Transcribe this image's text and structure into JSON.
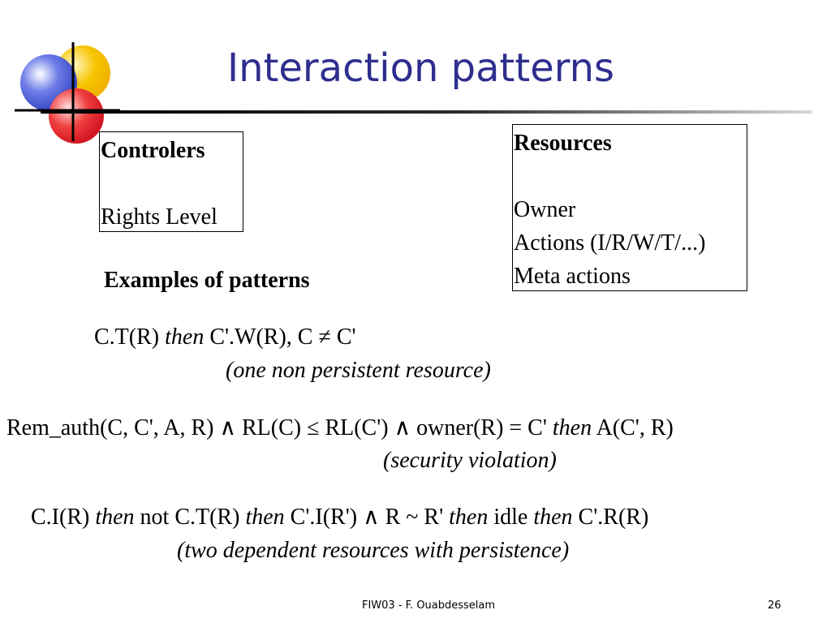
{
  "slide": {
    "title": "Interaction patterns",
    "colors": {
      "title": "#2e2e8f",
      "logo_blue": "#3a4fd0",
      "logo_yellow": "#f6c400",
      "logo_red": "#e0202a"
    },
    "logo_icon": "circles-crosshair-logo"
  },
  "controlers_box": {
    "heading": "Controlers",
    "items": [
      "Rights Level"
    ]
  },
  "resources_box": {
    "heading": "Resources",
    "items": [
      "Owner",
      "Actions (I/R/W/T/...)",
      "Meta actions"
    ]
  },
  "examples": {
    "heading": "Examples of patterns",
    "patterns": [
      {
        "parts": [
          "C.T(R) ",
          "then",
          " C'.W(R), C ≠ C'"
        ],
        "note": "(one non persistent resource)"
      },
      {
        "parts": [
          "Rem_auth(C, C', A, R) ∧ RL(C) ≤ RL(C') ∧ owner(R) = C' ",
          "then",
          " A(C', R)"
        ],
        "note": "(security violation)"
      },
      {
        "parts": [
          "C.I(R) ",
          "then",
          " not C.T(R) ",
          "then",
          " C'.I(R') ∧ R ~ R' ",
          "then",
          " idle ",
          "then",
          " C'.R(R)"
        ],
        "note": "(two dependent resources with persistence)"
      }
    ]
  },
  "footer": {
    "center_text": "FIW03 - F. Ouabdesselam",
    "page_number": "26"
  }
}
